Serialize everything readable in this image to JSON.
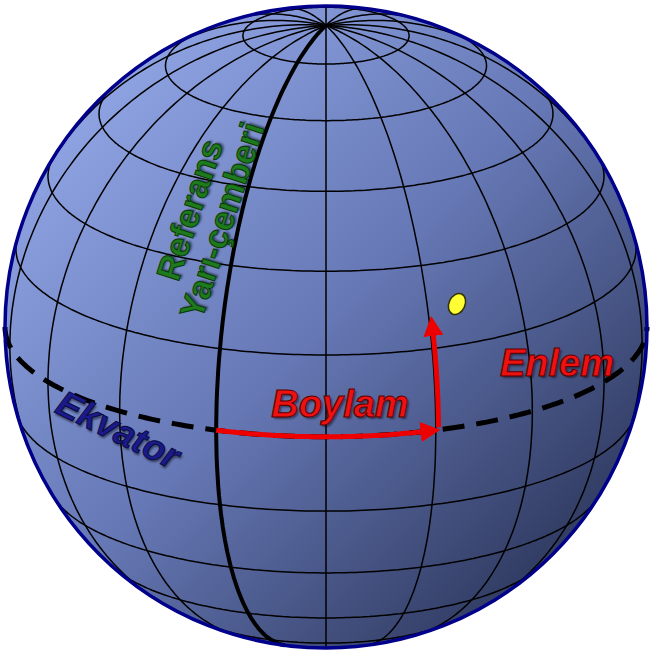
{
  "diagram": {
    "labels": [
      "Referans Yarı-çemberi",
      "Ekvator",
      "Boylam",
      "Enlem"
    ]
  }
}
